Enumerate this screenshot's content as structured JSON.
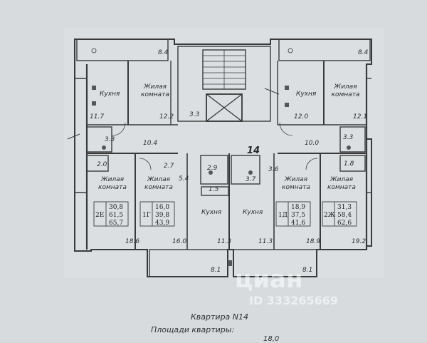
{
  "plan": {
    "flat_marker": "14",
    "rooms": {
      "living_tl": "Жилая комната",
      "kitchen_tl": "Кухня",
      "kitchen_tr": "Кухня",
      "living_tr": "Жилая комната",
      "living_2e": "Жилая комната",
      "living_1g": "Жилая комната",
      "kitchen_mid_l": "Кухня",
      "kitchen_mid_r": "Кухня",
      "living_1d": "Жилая комната",
      "living_2zh": "Жилая комната"
    },
    "areas": {
      "a_8_4_l": "8.4",
      "a_8_4_r": "8.4",
      "a_11_7": "11.7",
      "a_12_2": "12.2",
      "a_3_3_stair": "3.3",
      "a_12_0": "12.0",
      "a_12_1": "12.1",
      "a_3_3_l": "3.3",
      "a_10_4": "10.4",
      "a_10_0": "10.0",
      "a_3_3_r": "3.3",
      "a_2_0": "2.0",
      "a_2_7": "2.7",
      "a_5_4": "5.4",
      "a_2_9": "2.9",
      "a_1_5": "1.5",
      "a_3_7": "3.7",
      "a_3_6": "3.6",
      "a_1_8": "1.8",
      "a_18_6": "18.6",
      "a_16_0": "16.0",
      "a_11_3_l": "11.3",
      "a_11_3_r": "11.3",
      "a_18_9": "18.9",
      "a_19_2": "19.2",
      "a_8_1_l": "8.1",
      "a_8_1_r": "8.1"
    },
    "tables": [
      {
        "code": "2Е",
        "values": [
          "30,8",
          "61,5",
          "65,7"
        ]
      },
      {
        "code": "1Г",
        "values": [
          "16,0",
          "39,8",
          "43,9"
        ]
      },
      {
        "code": "1Д",
        "values": [
          "18,9",
          "37,5",
          "41,6"
        ]
      },
      {
        "code": "2Ж",
        "values": [
          "31,3",
          "58,4",
          "62,6"
        ]
      }
    ]
  },
  "caption": {
    "title": "Квартира N14",
    "subtitle": "Площади квартиры:",
    "partial": "18,0"
  },
  "watermark": {
    "brand": "циан",
    "id": "ID 333265669"
  }
}
